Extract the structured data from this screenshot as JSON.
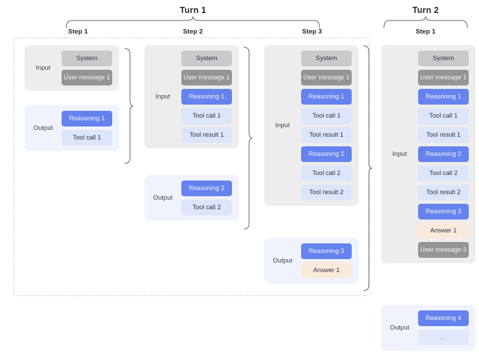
{
  "diagram": {
    "title_turn_1": "Turn 1",
    "title_turn_2": "Turn 2",
    "labels": {
      "input": "Input",
      "output": "Output"
    },
    "step_titles": {
      "t1s1": "Step 1",
      "t1s2": "Step 2",
      "t1s3": "Step 3",
      "t2s1": "Step 1"
    },
    "colors": {
      "system": "#cacaca",
      "user_message": "#959595",
      "reasoning": "#6583ee",
      "tool": "#dde5fb",
      "answer": "#faeadb",
      "input_panel": "#ededed",
      "output_panel": "#f0f3fe",
      "dashed_border": "#d2d2d2",
      "brace": "#5c6270"
    },
    "turns": [
      {
        "name": "Turn 1",
        "steps": [
          {
            "name": "Step 1",
            "input": [
              "System",
              "User message 1"
            ],
            "output": [
              "Reasoning 1",
              "Tool call 1"
            ]
          },
          {
            "name": "Step 2",
            "input": [
              "System",
              "User message 1",
              "Reasoning 1",
              "Tool call 1",
              "Tool result 1"
            ],
            "output": [
              "Reasoning 2",
              "Tool call 2"
            ]
          },
          {
            "name": "Step 3",
            "input": [
              "System",
              "User message 1",
              "Reasoning 1",
              "Tool call 1",
              "Tool result 1",
              "Reasoning 2",
              "Tool call 2",
              "Tool result 2"
            ],
            "output": [
              "Reasoning 3",
              "Answer 1"
            ]
          }
        ]
      },
      {
        "name": "Turn 2",
        "steps": [
          {
            "name": "Step 1",
            "input": [
              "System",
              "User message 1",
              "Reasoning 1",
              "Tool call 1",
              "Tool result 1",
              "Reasoning 2",
              "Tool call 2",
              "Tool result 2",
              "Reasoning 3",
              "Answer 1",
              "User message 2"
            ],
            "output": [
              "Reasoning 4",
              "..."
            ]
          }
        ]
      }
    ],
    "chips": {
      "t1s1_in_1": "System",
      "t1s1_in_2": "User message 1",
      "t1s1_out_1": "Reasoning 1",
      "t1s1_out_2": "Tool call 1",
      "t1s2_in_1": "System",
      "t1s2_in_2": "User message 1",
      "t1s2_in_3": "Reasoning 1",
      "t1s2_in_4": "Tool call 1",
      "t1s2_in_5": "Tool result 1",
      "t1s2_out_1": "Reasoning 2",
      "t1s2_out_2": "Tool call 2",
      "t1s3_in_1": "System",
      "t1s3_in_2": "User message 1",
      "t1s3_in_3": "Reasoning 1",
      "t1s3_in_4": "Tool call 1",
      "t1s3_in_5": "Tool result 1",
      "t1s3_in_6": "Reasoning 2",
      "t1s3_in_7": "Tool call 2",
      "t1s3_in_8": "Tool result 2",
      "t1s3_out_1": "Reasoning 3",
      "t1s3_out_2": "Answer 1",
      "t2s1_in_1": "System",
      "t2s1_in_2": "User message 1",
      "t2s1_in_3": "Reasoning 1",
      "t2s1_in_4": "Tool call 1",
      "t2s1_in_5": "Tool result 1",
      "t2s1_in_6": "Reasoning 2",
      "t2s1_in_7": "Tool call 2",
      "t2s1_in_8": "Tool result 2",
      "t2s1_in_9": "Reasoning 3",
      "t2s1_in_10": "Answer 1",
      "t2s1_in_11": "User message 2",
      "t2s1_out_1": "Reasoning 4",
      "t2s1_out_2": "..."
    }
  }
}
